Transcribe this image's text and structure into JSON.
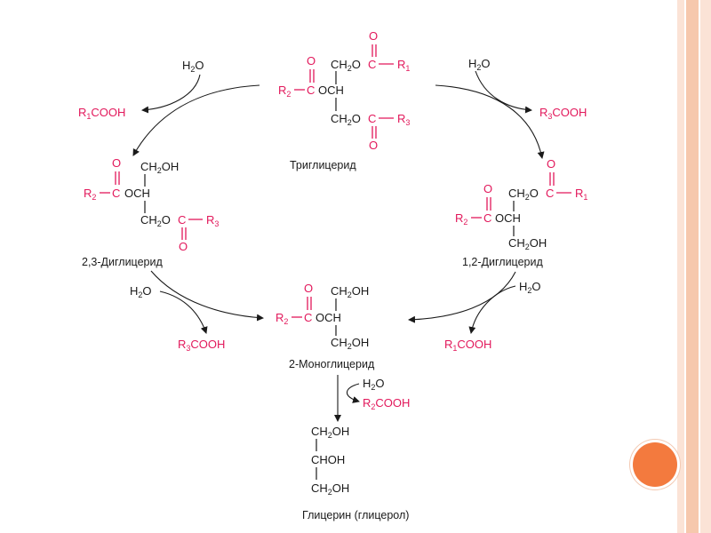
{
  "labels": {
    "triglyceride": "Триглицерид",
    "diglyceride_23": "2,3-Диглицерид",
    "diglyceride_12": "1,2-Диглицерид",
    "monoglyceride_2": "2-Моноглицерид",
    "glycerol": "Глицерин (глицерол)"
  },
  "reagents": {
    "water": "H",
    "water_sub": "2",
    "water_o": "O",
    "r1cooh": "R",
    "r1_sub": "1",
    "r2_sub": "2",
    "r3_sub": "3",
    "cooh": "COOH"
  },
  "colors": {
    "accent": "#e2185b",
    "ink": "#1a1a1a",
    "orange": "#f37a3e",
    "stripe": "#f6c8ad"
  }
}
